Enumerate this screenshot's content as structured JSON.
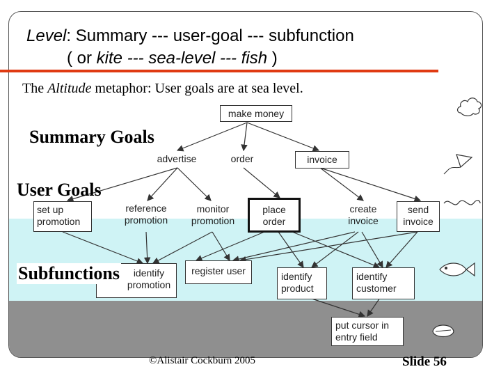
{
  "title": {
    "line1_level": "Level",
    "line1_rest": ": Summary  ---  user-goal  ---  subfunction",
    "line2_open": "( or  ",
    "line2_italic": "kite --- sea-level --- fish",
    "line2_close": " )"
  },
  "subtitle": {
    "before": "The ",
    "italic": "Altitude",
    "after": " metaphor:  User goals are at sea level."
  },
  "tiers": {
    "summary": "Summary Goals",
    "user": "User Goals",
    "sub": "Subfunctions"
  },
  "nodes": {
    "make_money": "make money",
    "advertise": "advertise",
    "order": "order",
    "invoice": "invoice",
    "set_up_promotion": [
      "set up",
      "promotion"
    ],
    "reference_promotion": [
      "reference",
      "promotion"
    ],
    "monitor_promotion": [
      "monitor",
      "promotion"
    ],
    "place_order": [
      "place",
      "order"
    ],
    "create_invoice": [
      "create",
      "invoice"
    ],
    "send_invoice": [
      "send",
      "invoice"
    ],
    "identify_promotion": [
      "identify",
      "promotion"
    ],
    "register_user": "register user",
    "identify_product": [
      "identify",
      "product"
    ],
    "identify_customer": [
      "identify",
      "customer"
    ],
    "put_cursor": [
      "put cursor in",
      "entry field"
    ]
  },
  "footer": {
    "copyright": "©Alistair Cockburn 2005",
    "slide": "Slide 56"
  },
  "icons": [
    "cloud-icon",
    "kite-icon",
    "wave-icon",
    "fish-icon",
    "clam-icon"
  ],
  "colors": {
    "sea": "#cff3f5",
    "ground": "#8f8f8f",
    "accent_line": "#e03a12"
  }
}
